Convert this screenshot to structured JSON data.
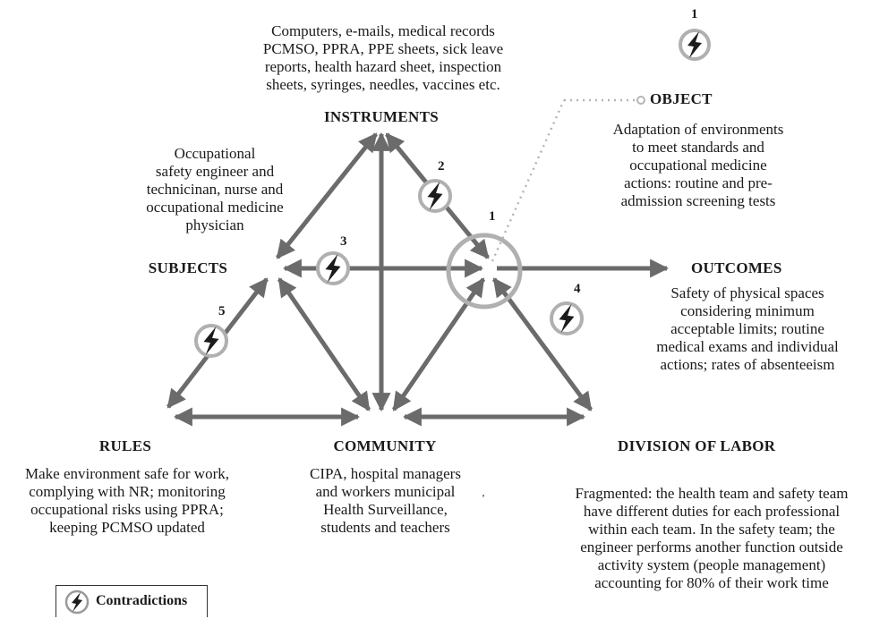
{
  "nodes": {
    "instruments": {
      "label": "INSTRUMENTS",
      "description": "Computers, e-mails, medical records\nPCMSO, PPRA, PPE sheets, sick leave\nreports, health hazard sheet, inspection\nsheets, syringes, needles, vaccines etc."
    },
    "object": {
      "label": "OBJECT",
      "description": "Adaptation of environments\nto meet standards and\noccupational medicine\nactions: routine and pre-\nadmission screening tests"
    },
    "subjects": {
      "label": "SUBJECTS",
      "description": "Occupational\nsafety engineer and\ntechnicinan, nurse and\noccupational medicine\nphysician"
    },
    "outcomes": {
      "label": "OUTCOMES",
      "description": "Safety of physical spaces\nconsidering minimum\nacceptable limits; routine\nmedical exams and individual\nactions; rates of absenteeism"
    },
    "rules": {
      "label": "RULES",
      "description": "Make environment safe for work,\ncomplying with NR; monitoring\noccupational risks using PPRA;\nkeeping PCMSO updated"
    },
    "community": {
      "label": "COMMUNITY",
      "description": "CIPA, hospital managers\nand workers municipal\nHealth Surveillance,\nstudents and teachers"
    },
    "division": {
      "label": "DIVISION OF LABOR",
      "description": "Fragmented: the health team and safety team\nhave different duties for each professional\nwithin each team. In the safety team; the\nengineer performs another function outside\nactivity system (people management)\naccounting for 80% of their work time"
    }
  },
  "contradiction_numbers": {
    "top": "1",
    "main": "1",
    "n2": "2",
    "n3": "3",
    "n4": "4",
    "n5": "5"
  },
  "stray_mark": ",",
  "legend": {
    "label": "Contradictions",
    "icon": "lightning-icon"
  },
  "colors": {
    "arrow": "#6b6b6b",
    "circle": "#b0b0b0",
    "dotted": "#b5b5b5",
    "bolt": "#1c1c1c"
  }
}
